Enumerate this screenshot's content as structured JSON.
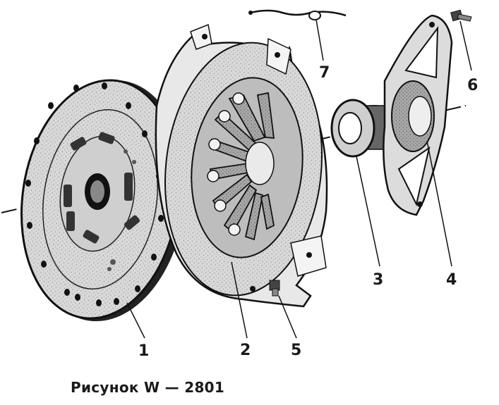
{
  "figure": {
    "caption": "Рисунок W — 2801",
    "callouts": [
      "1",
      "2",
      "3",
      "4",
      "5",
      "6",
      "7"
    ]
  }
}
